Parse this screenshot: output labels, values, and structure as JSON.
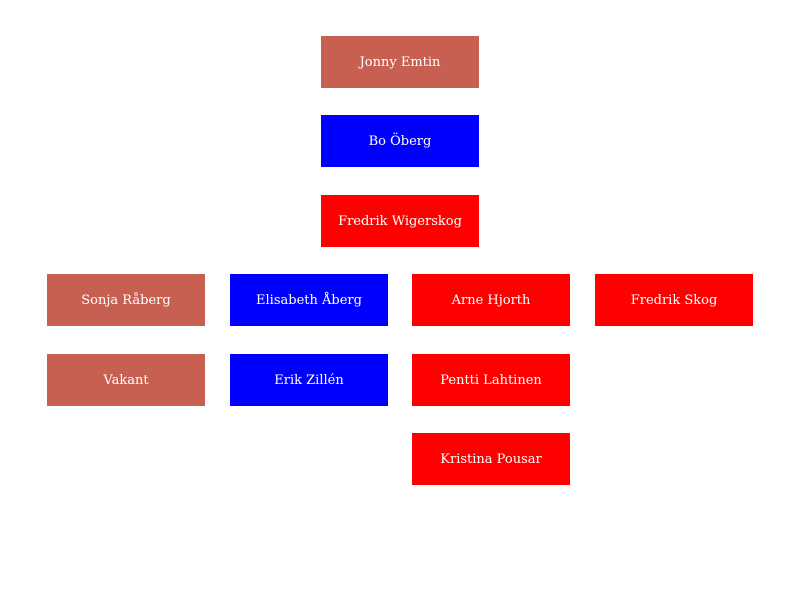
{
  "colors": {
    "brick": "#c86052",
    "blue": "#0000ff",
    "red": "#ff0000",
    "text": "#ffffff",
    "background": "#ffffff"
  },
  "chain": [
    {
      "name": "Jonny Emtin",
      "color": "brick"
    },
    {
      "name": "Bo Öberg",
      "color": "blue"
    },
    {
      "name": "Fredrik Wigerskog",
      "color": "red"
    }
  ],
  "columns": [
    {
      "members": [
        {
          "name": "Sonja Råberg",
          "color": "brick"
        },
        {
          "name": "Vakant",
          "color": "brick"
        }
      ]
    },
    {
      "members": [
        {
          "name": "Elisabeth Åberg",
          "color": "blue"
        },
        {
          "name": "Erik Zillén",
          "color": "blue"
        }
      ]
    },
    {
      "members": [
        {
          "name": "Arne Hjorth",
          "color": "red"
        },
        {
          "name": "Pentti Lahtinen",
          "color": "red"
        },
        {
          "name": "Kristina Pousar",
          "color": "red"
        }
      ]
    },
    {
      "members": [
        {
          "name": "Fredrik Skog",
          "color": "red"
        }
      ]
    }
  ]
}
